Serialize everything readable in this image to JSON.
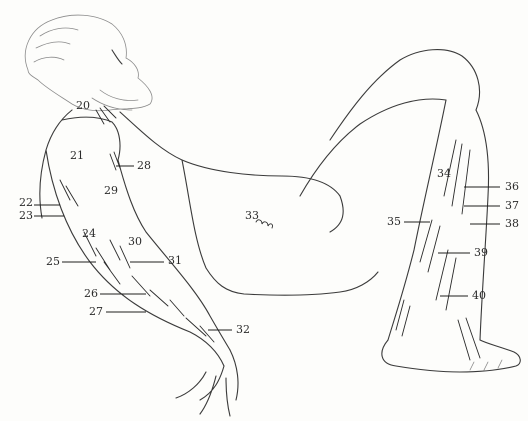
{
  "labels": {
    "l20": "20",
    "l21": "21",
    "l22": "22",
    "l23": "23",
    "l24": "24",
    "l25": "25",
    "l26": "26",
    "l27": "27",
    "l28": "28",
    "l29": "29",
    "l30": "30",
    "l31": "31",
    "l32": "32",
    "l33": "33",
    "l34": "34",
    "l35": "35",
    "l36": "36",
    "l37": "37",
    "l38": "38",
    "l39": "39",
    "l40": "40"
  },
  "colors": {
    "ink": "#3a3a3a",
    "paper": "#fdfdfb",
    "label": "#2b2b2b"
  }
}
